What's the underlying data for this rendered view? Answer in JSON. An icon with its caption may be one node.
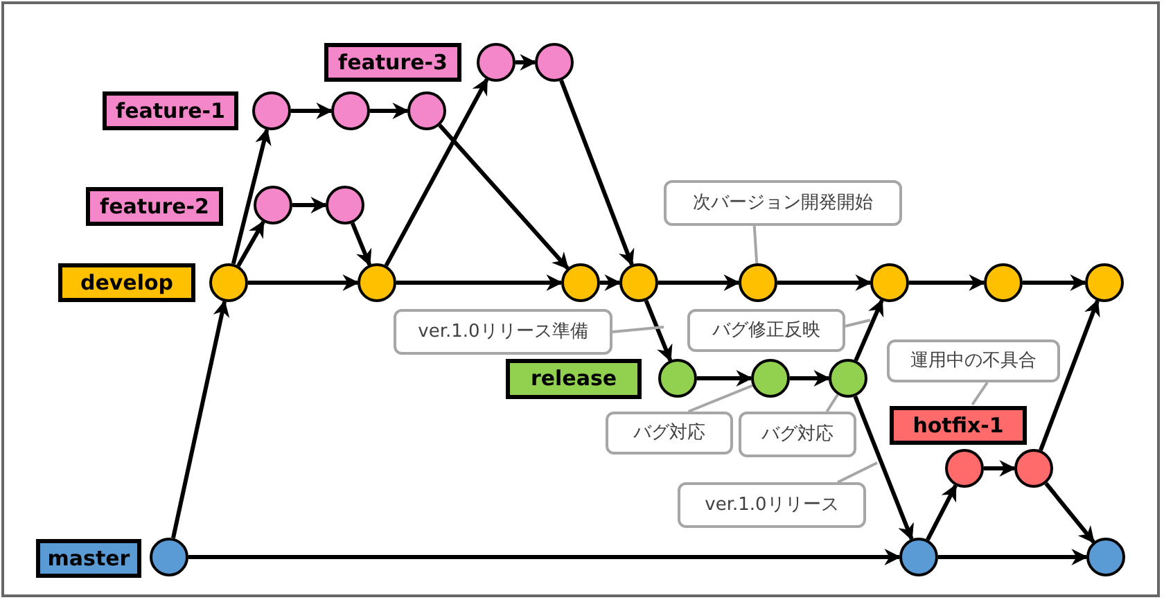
{
  "diagram": {
    "nodes": [
      {
        "text": [
          "feature-3"
        ]
      },
      {
        "text": [],
        "shape": "circle"
      },
      {
        "text": [],
        "shape": "circle"
      },
      {
        "text": [
          "feature-1"
        ]
      },
      {
        "text": [],
        "shape": "circle"
      },
      {
        "text": [],
        "shape": "circle"
      },
      {
        "text": [],
        "shape": "circle"
      },
      {
        "text": [
          "次バージョン開発開始"
        ]
      },
      {
        "text": [
          "feature-2"
        ]
      },
      {
        "text": [],
        "shape": "circle"
      },
      {
        "text": [],
        "shape": "circle"
      },
      {
        "text": [
          "develop"
        ]
      },
      {
        "text": [],
        "shape": "circle"
      },
      {
        "text": [],
        "shape": "circle"
      },
      {
        "text": [],
        "shape": "circle"
      },
      {
        "text": [],
        "shape": "circle"
      },
      {
        "text": [],
        "shape": "circle"
      },
      {
        "text": [],
        "shape": "circle"
      },
      {
        "text": [],
        "shape": "circle"
      },
      {
        "text": [],
        "shape": "circle"
      },
      {
        "text": [
          "ver.1.0リリース準備"
        ]
      },
      {
        "text": [
          "バグ修正反映"
        ]
      },
      {
        "text": [
          "運用中の不具合"
        ]
      },
      {
        "text": [
          "release"
        ]
      },
      {
        "text": [],
        "shape": "circle"
      },
      {
        "text": [],
        "shape": "circle"
      },
      {
        "text": [],
        "shape": "circle"
      },
      {
        "text": [
          "hotfix-1"
        ]
      },
      {
        "text": [
          "バグ対応"
        ]
      },
      {
        "text": [
          "バグ対応"
        ]
      },
      {
        "text": [],
        "shape": "circle"
      },
      {
        "text": [],
        "shape": "circle"
      },
      {
        "text": [
          "ver.1.0リリース"
        ]
      },
      {
        "text": [
          "master"
        ]
      },
      {
        "text": [],
        "shape": "circle"
      },
      {
        "text": [],
        "shape": "circle"
      },
      {
        "text": [],
        "shape": "circle"
      }
    ],
    "edges": [
      {
        "from": 12,
        "to": 13,
        "arrow": "to"
      },
      {
        "from": 13,
        "to": 14,
        "arrow": "to"
      },
      {
        "from": 14,
        "to": 15,
        "arrow": "to"
      },
      {
        "from": 15,
        "to": 16,
        "arrow": "to"
      },
      {
        "from": 16,
        "to": 17,
        "arrow": "to"
      },
      {
        "from": 17,
        "to": 18,
        "arrow": "to"
      },
      {
        "from": 18,
        "to": 19,
        "arrow": "to"
      },
      {
        "from": 34,
        "to": 12,
        "arrow": "to"
      },
      {
        "from": 12,
        "to": 4,
        "arrow": "to"
      },
      {
        "from": 12,
        "to": 9,
        "arrow": "to"
      },
      {
        "from": 4,
        "to": 5,
        "arrow": "to"
      },
      {
        "from": 5,
        "to": 6,
        "arrow": "to"
      },
      {
        "from": 6,
        "to": 14,
        "arrow": "to"
      },
      {
        "from": 9,
        "to": 10,
        "arrow": "to"
      },
      {
        "from": 10,
        "to": 13,
        "arrow": "to"
      },
      {
        "from": 13,
        "to": 1,
        "arrow": "to"
      },
      {
        "from": 1,
        "to": 2,
        "arrow": "to"
      },
      {
        "from": 2,
        "to": 15,
        "arrow": "to"
      },
      {
        "from": 15,
        "to": 24,
        "arrow": "to"
      },
      {
        "from": 24,
        "to": 25,
        "arrow": "to"
      },
      {
        "from": 25,
        "to": 26,
        "arrow": "to"
      },
      {
        "from": 26,
        "to": 17,
        "arrow": "to"
      },
      {
        "from": 26,
        "to": 35,
        "arrow": "to"
      },
      {
        "from": 34,
        "to": 35,
        "arrow": "to"
      },
      {
        "from": 35,
        "to": 30,
        "arrow": "to"
      },
      {
        "from": 30,
        "to": 31,
        "arrow": "to"
      },
      {
        "from": 31,
        "to": 19,
        "arrow": "to"
      },
      {
        "from": 31,
        "to": 36,
        "arrow": "to"
      },
      {
        "from": 35,
        "to": 36,
        "arrow": "to"
      },
      {
        "from": 7,
        "to": 16,
        "arrow": "none",
        "color": "#a6a6a6"
      },
      {
        "from": 20,
        "to": null,
        "arrow": "none",
        "color": "#a6a6a6"
      },
      {
        "from": 21,
        "to": null,
        "arrow": "none",
        "color": "#a6a6a6"
      },
      {
        "from": 22,
        "to": 27,
        "arrow": "none",
        "color": "#a6a6a6"
      },
      {
        "from": 28,
        "to": 25,
        "arrow": "none",
        "color": "#a6a6a6"
      },
      {
        "from": 29,
        "to": 26,
        "arrow": "none",
        "color": "#a6a6a6"
      },
      {
        "from": 32,
        "to": null,
        "arrow": "none",
        "color": "#a6a6a6"
      }
    ]
  }
}
